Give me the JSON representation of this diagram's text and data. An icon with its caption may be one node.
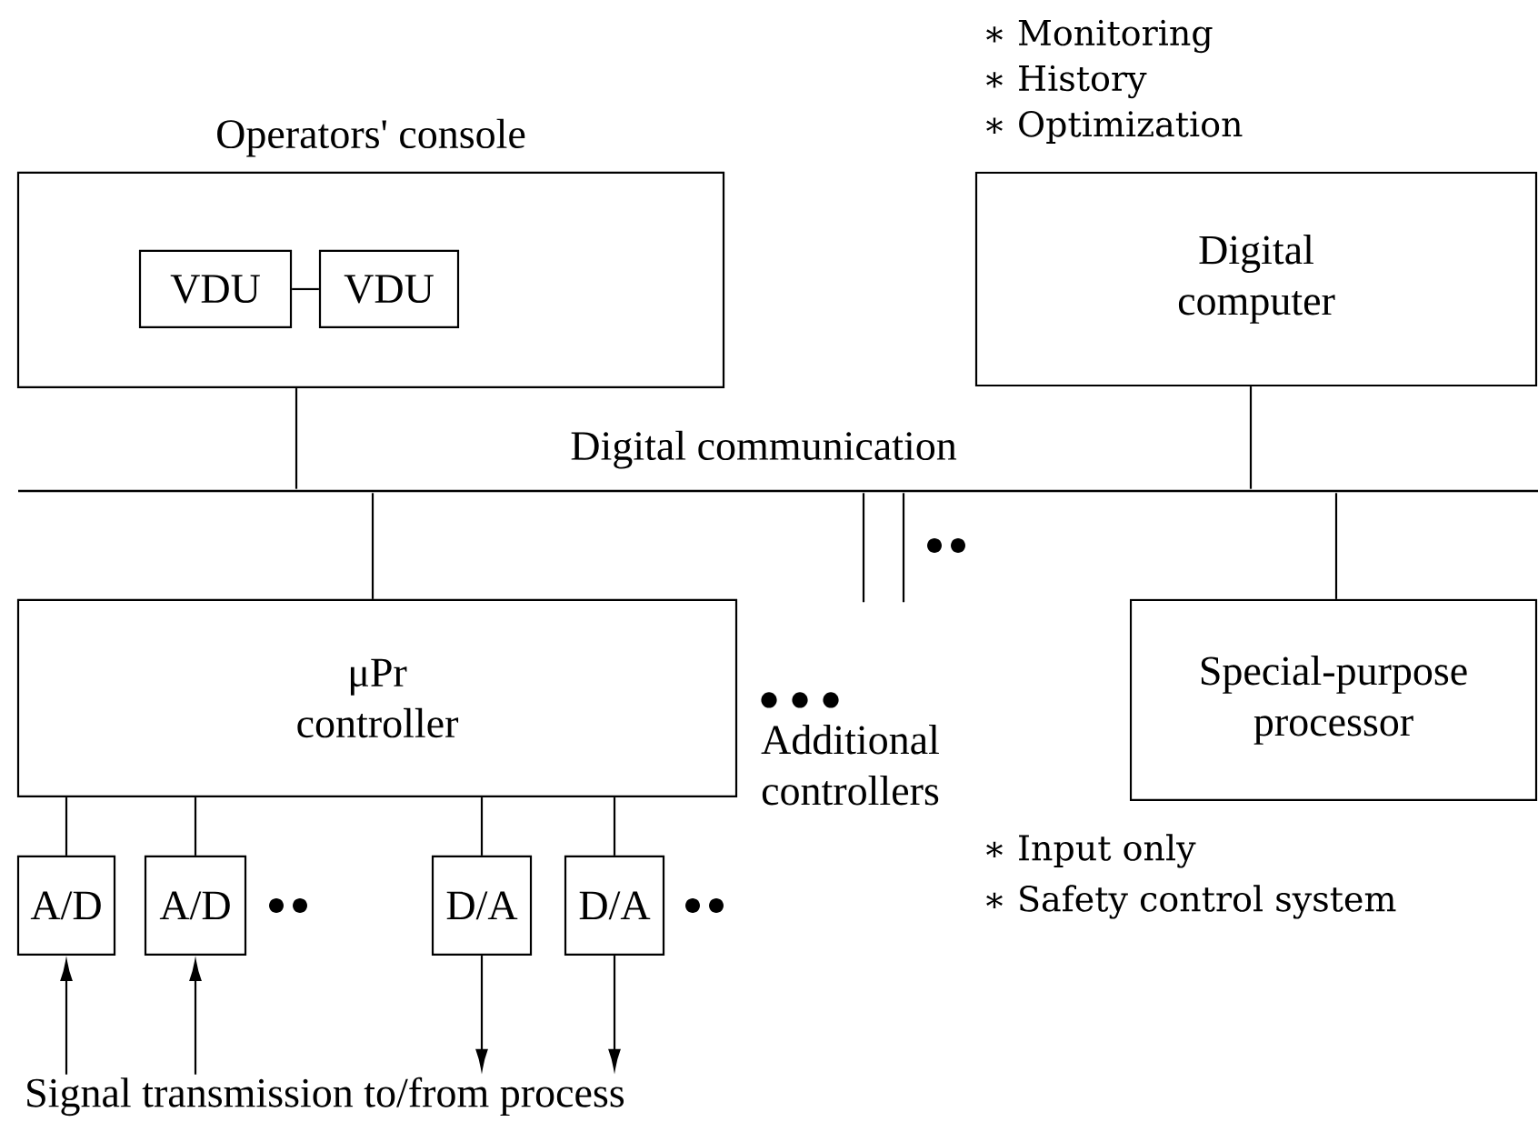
{
  "diagram": {
    "nodes": [
      {
        "text": [
          "Operators' console"
        ]
      },
      {
        "text": [
          "VDU"
        ],
        "in": 0
      },
      {
        "text": [
          "VDU"
        ],
        "in": 0
      },
      {
        "text": [
          "Digital computer"
        ],
        "beside": [
          "∗ Monitoring",
          "∗ History",
          "∗ Optimization"
        ]
      },
      {
        "text": [
          "Digital communication"
        ]
      },
      {
        "text": [
          "μPr controller"
        ]
      },
      {
        "text": [
          "Special-purpose processor"
        ],
        "beside": [
          "∗ Input only",
          "∗ Safety control system"
        ]
      },
      {
        "text": [
          "A/D"
        ]
      },
      {
        "text": [
          "A/D"
        ]
      },
      {
        "text": [
          "D/A"
        ]
      },
      {
        "text": [
          "D/A"
        ]
      },
      {
        "text": [
          "Signal transmission to/from process"
        ]
      }
    ],
    "edges": [
      {
        "from": 1,
        "to": 2,
        "arrow": "none"
      },
      {
        "from": 0,
        "to": 4,
        "arrow": "none"
      },
      {
        "from": 3,
        "to": 4,
        "arrow": "none"
      },
      {
        "from": 4,
        "to": 5,
        "arrow": "none"
      },
      {
        "from": 4,
        "to": null,
        "arrow": "none"
      },
      {
        "from": 4,
        "to": null,
        "arrow": "none"
      },
      {
        "from": 4,
        "to": 6,
        "arrow": "none"
      },
      {
        "from": 5,
        "to": 7,
        "arrow": "none"
      },
      {
        "from": 5,
        "to": 8,
        "arrow": "none"
      },
      {
        "from": 5,
        "to": 9,
        "arrow": "none"
      },
      {
        "from": 5,
        "to": 10,
        "arrow": "none"
      },
      {
        "from": 11,
        "to": 7,
        "arrow": "to"
      },
      {
        "from": 11,
        "to": 8,
        "arrow": "to"
      },
      {
        "from": 9,
        "to": 11,
        "arrow": "to"
      },
      {
        "from": 10,
        "to": 11,
        "arrow": "to"
      }
    ],
    "labels": [
      "Additional controllers"
    ]
  }
}
